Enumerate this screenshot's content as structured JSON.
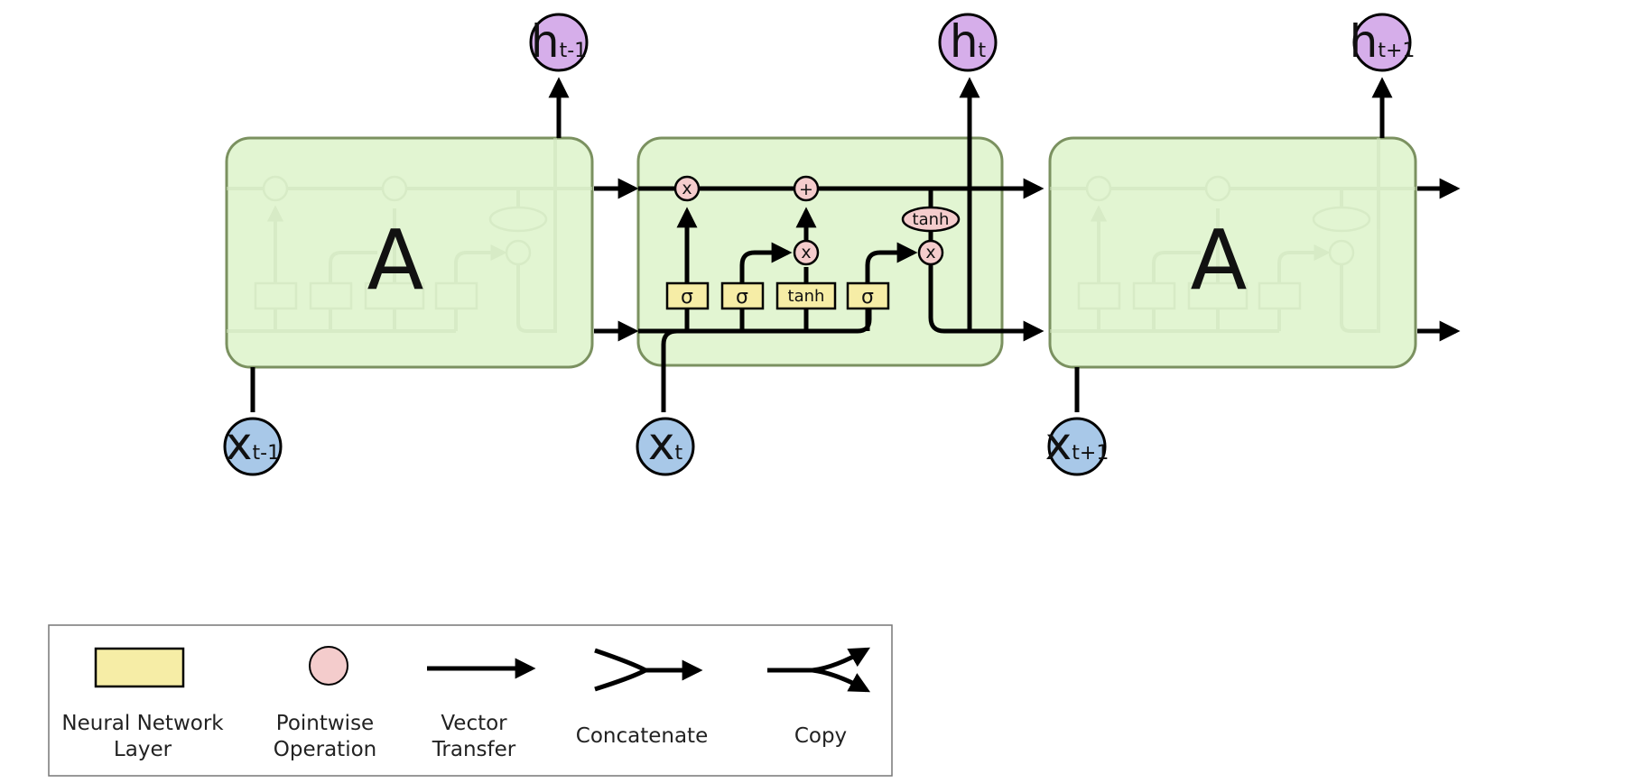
{
  "cells": {
    "block_label": "A",
    "gates": {
      "sigma": "σ",
      "tanh": "tanh"
    },
    "ops": {
      "multiply": "x",
      "add": "+"
    }
  },
  "inputs": [
    {
      "main": "x",
      "sub": "t-1"
    },
    {
      "main": "x",
      "sub": "t"
    },
    {
      "main": "x",
      "sub": "t+1"
    }
  ],
  "outputs": [
    {
      "main": "h",
      "sub": "t-1"
    },
    {
      "main": "h",
      "sub": "t"
    },
    {
      "main": "h",
      "sub": "t+1"
    }
  ],
  "legend": {
    "neural_network_layer": [
      "Neural Network",
      "Layer"
    ],
    "pointwise_operation": [
      "Pointwise",
      "Operation"
    ],
    "vector_transfer": [
      "Vector",
      "Transfer"
    ],
    "concatenate": "Concatenate",
    "copy": "Copy"
  },
  "colors": {
    "cell_fill": "#e2f5d2",
    "cell_stroke": "#7b9160",
    "layer_fill": "#f6eda6",
    "op_fill": "#f4cccc",
    "input_fill": "#a8c8e8",
    "output_fill": "#d6aeea",
    "line": "#000000"
  }
}
